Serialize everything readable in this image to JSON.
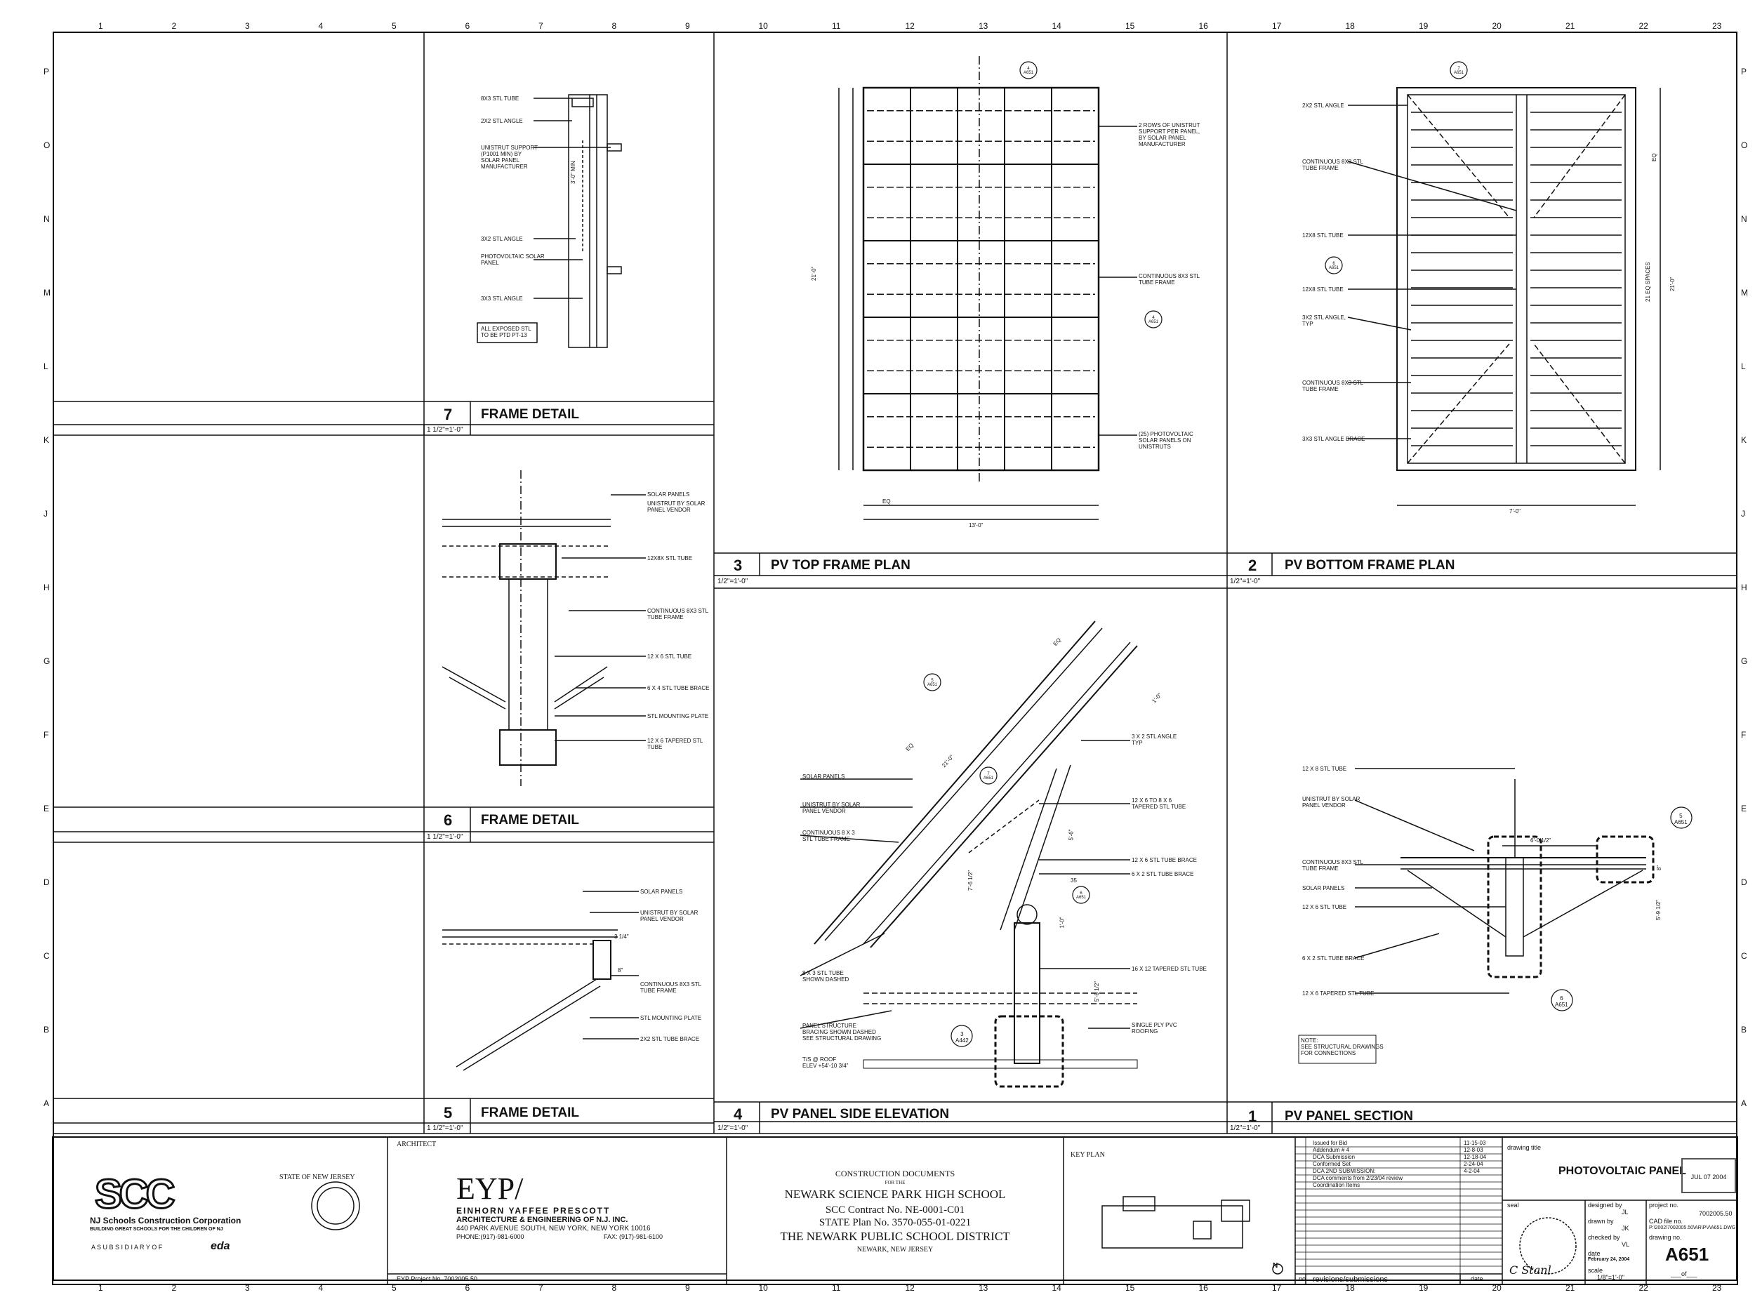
{
  "grid": {
    "columns": [
      "1",
      "2",
      "3",
      "4",
      "5",
      "6",
      "7",
      "8",
      "9",
      "10",
      "11",
      "12",
      "13",
      "14",
      "15",
      "16",
      "17",
      "18",
      "19",
      "20",
      "21",
      "22",
      "23"
    ],
    "rows": [
      "P",
      "O",
      "N",
      "M",
      "L",
      "K",
      "J",
      "H",
      "G",
      "F",
      "E",
      "D",
      "C",
      "B",
      "A"
    ]
  },
  "details": {
    "frame7": {
      "num": "7",
      "title": "FRAME DETAIL",
      "scale": "1 1/2\"=1'-0\"",
      "labels": [
        "8x3 STL TUBE",
        "2x2 STL ANGLE",
        "UNISTRUT SUPPORT\n(P1001 MIN) BY\nSOLAR PANEL\nMANUFACTURER",
        "3x2 STL ANGLE",
        "PHOTOVOLTAIC SOLAR\nPANEL",
        "3x3 STL ANGLE"
      ],
      "note": "ALL EXPOSED STL\nTO BE PTD PT-13",
      "dim": "3'-0\" MIN"
    },
    "frame6": {
      "num": "6",
      "title": "FRAME DETAIL",
      "scale": "1 1/2\"=1'-0\"",
      "labels": [
        "SOLAR PANELS",
        "UNISTRUT BY SOLAR\nPANEL VENDOR",
        "12x8x STL TUBE",
        "CONTINUOUS 8x3 STL\nTUBE FRAME",
        "12 X 6 STL TUBE",
        "6 X 4 STL TUBE BRACE",
        "STL MOUNTING PLATE",
        "12 X 6 TAPERED STL\nTUBE"
      ]
    },
    "frame5": {
      "num": "5",
      "title": "FRAME DETAIL",
      "scale": "1 1/2\"=1'-0\"",
      "labels": [
        "SOLAR PANELS",
        "UNISTRUT BY SOLAR\nPANEL VENDOR",
        "CONTINUOUS 8x3 STL\nTUBE FRAME",
        "STL MOUNTING PLATE",
        "2x2 STL TUBE BRACE"
      ],
      "dims": [
        "3 1/4\"",
        "8\""
      ]
    },
    "top_plan": {
      "num": "3",
      "title": "PV TOP FRAME PLAN",
      "scale": "1/2\"=1'-0\"",
      "labels": [
        "2 ROWS OF UNISTRUT\nSUPPORT PER PANEL,\nBY SOLAR PANEL\nMANUFACTURER",
        "CONTINUOUS 8x3 STL\nTUBE FRAME",
        "(25) PHOTOVOLTAIC\nSOLAR PANELS ON\nUNISTRUTS"
      ],
      "dims": [
        "21'-0\"",
        "13'-0\"",
        "EQ"
      ],
      "callout_top": "4\nA651",
      "callout_side": "4\nA651"
    },
    "bottom_plan": {
      "num": "2",
      "title": "PV BOTTOM FRAME PLAN",
      "scale": "1/2\"=1'-0\"",
      "labels": [
        "2x2 STL ANGLE",
        "CONTINUOUS 8x8 STL\nTUBE FRAME",
        "12x8 STL TUBE",
        "12x8 STL TUBE",
        "3x2 STL ANGLE,\nTYP",
        "CONTINUOUS 8x3 STL\nTUBE FRAME",
        "3x3 STL ANGLE BRACE"
      ],
      "dims": [
        "21'-0\"",
        "7'-0\"",
        "EQ",
        "21 EQ SPACES"
      ],
      "callout_top": "7\nA651",
      "callout_side": "6\nA651"
    },
    "side_elev": {
      "num": "4",
      "title": "PV PANEL SIDE ELEVATION",
      "scale": "1/2\"=1'-0\"",
      "labels": [
        "SOLAR PANELS",
        "UNISTRUT BY SOLAR\nPANEL VENDOR",
        "CONTINUOUS 8 X 3\nSTL TUBE FRAME",
        "8 X 3 STL TUBE\nSHOWN DASHED",
        "PANEL STRUCTURE\nBRACING SHOWN DASHED\nSEE STRUCTURAL DRAWING",
        "T/S @ ROOF\nELEV +54'-10 3/4\"",
        "3 X 2 STL ANGLE\nTYP",
        "12 X 6 to 8 X 6\nTAPERED STL TUBE",
        "12 X 6 STL TUBE BRACE",
        "6 X 2 STL TUBE BRACE",
        "16 X 12 TAPERED STL TUBE",
        "SINGLE PLY PVC\nROOFING"
      ],
      "dims": [
        "21'-0\"",
        "EQ",
        "EQ",
        "1'-0\"",
        "5'-6\"",
        "7'-6 1/2\"",
        "1'-0\"",
        "5'-6 1/2\""
      ],
      "angle": "35",
      "callout1": "5\nA651",
      "callout2": "7\nA651",
      "callout3": "6\nA651",
      "callout4": "3\nA442"
    },
    "section": {
      "num": "1",
      "title": "PV PANEL SECTION",
      "scale": "1/2\"=1'-0\"",
      "labels": [
        "12 X 8 STL TUBE",
        "UNISTRUT BY SOLAR\nPANEL VENDOR",
        "CONTINUOUS 8x3 STL\nTUBE FRAME",
        "SOLAR PANELS",
        "12 X 6 STL TUBE",
        "6 X 2 STL TUBE BRACE",
        "12 X 6 TAPERED STL TUBE"
      ],
      "note": "NOTE:\nSEE STRUCTURAL DRAWINGS\nFOR CONNECTIONS",
      "dims": [
        "6'-0 1/2\"",
        "8\"",
        "5'-9 1/2\""
      ],
      "callout1": "5\nA651",
      "callout2": "6\nA651"
    }
  },
  "title_block": {
    "logo_text": "SCC",
    "org_name": "NJ Schools Construction Corporation",
    "org_tagline": "BUILDING GREAT SCHOOLS FOR THE CHILDREN OF NJ",
    "subsidiary": "A  S U B S I D I A R Y  O F",
    "subsidiary_logo": "eda",
    "state": "STATE OF NEW JERSEY",
    "architect_label": "ARCHITECT",
    "firm": "EYP/",
    "firm_name": "EINHORN YAFFEE PRESCOTT",
    "firm_sub": "ARCHITECTURE & ENGINEERING OF N.J. INC.",
    "firm_addr": "440 PARK AVENUE SOUTH, NEW YORK, NEW YORK 10016",
    "firm_phone": "PHONE:(917)-981-6000",
    "firm_fax": "FAX: (917)-981-6100",
    "eyp_project": "EYP Project No. 7002005.50",
    "cd_title": "CONSTRUCTION DOCUMENTS",
    "cd_for": "FOR THE",
    "school": "NEWARK SCIENCE PARK HIGH SCHOOL",
    "contract": "SCC Contract No. NE-0001-C01",
    "state_plan": "STATE Plan No. 3570-055-01-0221",
    "district": "THE NEWARK PUBLIC SCHOOL DISTRICT",
    "city": "NEWARK, NEW JERSEY",
    "key_plan": "KEY PLAN",
    "revisions": [
      {
        "desc": "Issued for Bid",
        "date": "11-15-03"
      },
      {
        "desc": "Addendum # 4",
        "date": "12-8-03"
      },
      {
        "desc": "DCA Submission",
        "date": "12-18-04"
      },
      {
        "desc": "Conformed Set",
        "date": "2-24-04"
      },
      {
        "desc": "DCA 2ND SUBMISSION:",
        "date": "4-2-04"
      },
      {
        "desc": "DCA comments from 2/23/04 review",
        "date": ""
      },
      {
        "desc": "Coordination Items",
        "date": ""
      }
    ],
    "rev_no": "no.",
    "rev_header": "revisions/submissions",
    "rev_date": "date",
    "drawing_title_label": "drawing title",
    "drawing_title": "PHOTOVOLTAIC PANEL",
    "stamp": "JUL 07 2004",
    "seal": "seal",
    "designed_by_label": "designed by",
    "designed_by": "JL",
    "project_no_label": "project no.",
    "project_no": "7002005.50",
    "drawn_by_label": "drawn by",
    "drawn_by": "JK",
    "cad_label": "CAD file no.",
    "cad_file": "P:\\2002\\7002005.50\\AR\\PV\\A651.DWG",
    "checked_by_label": "checked by",
    "checked_by": "VL",
    "drawing_no_label": "drawing no.",
    "date_label": "date",
    "date": "February 24, 2004",
    "scale_label": "scale",
    "scale": "1/8\"=1'-0\"",
    "sheet": "A651",
    "of": "___of___"
  }
}
